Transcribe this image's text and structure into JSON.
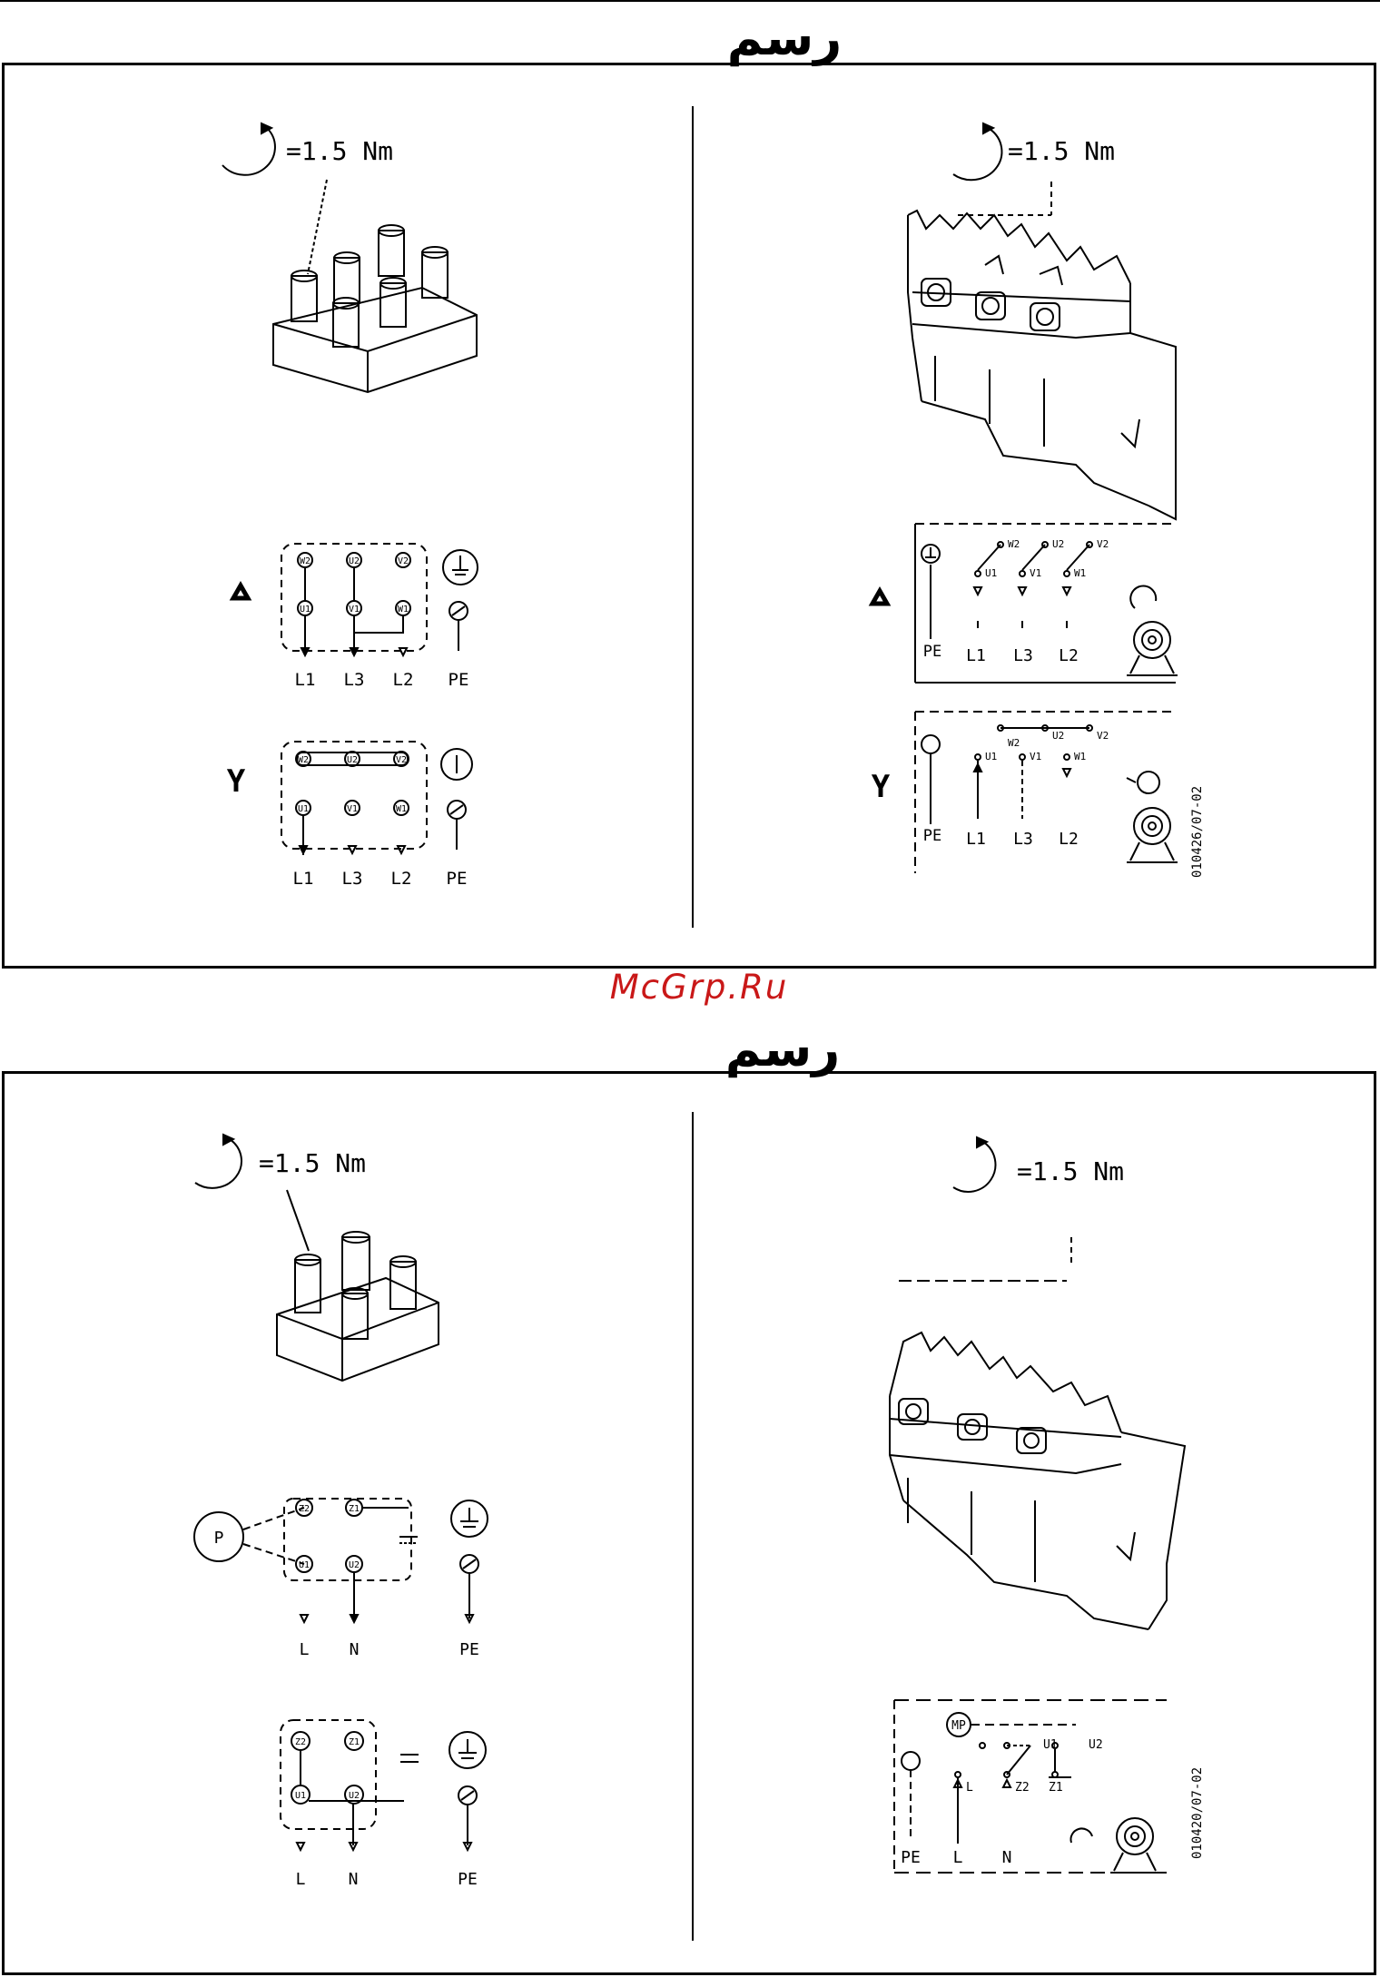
{
  "heading": "رسم",
  "watermark": "McGrp.Ru",
  "torque": "=1.5 Nm",
  "delta_symbol": "Δ",
  "star_symbol": "Y",
  "three_phase": {
    "delta_top": [
      "W2",
      "U2",
      "V2"
    ],
    "delta_bottom": [
      "U1",
      "V1",
      "W1"
    ],
    "star_top": [
      "W2",
      "U2",
      "V2"
    ],
    "star_bottom": [
      "U1",
      "V1",
      "W1"
    ],
    "supply": [
      "L1",
      "L3",
      "L2",
      "PE"
    ],
    "right_top": [
      "W2",
      "U2",
      "V2"
    ],
    "right_bottom": [
      "U1",
      "V1",
      "W1"
    ],
    "right_supply_pe": "PE",
    "right_supply": [
      "L1",
      "L3",
      "L2"
    ],
    "code": "010426/07-02"
  },
  "single_phase": {
    "capacitor": "P",
    "top": [
      "Z2",
      "Z1"
    ],
    "bottom": [
      "U1",
      "U2"
    ],
    "supply": [
      "L",
      "N",
      "PE"
    ],
    "protector": "MP",
    "right_terms": [
      "U1",
      "U2",
      "L",
      "Z2",
      "Z1"
    ],
    "right_supply": [
      "PE",
      "L",
      "N"
    ],
    "code": "010420/07-02"
  }
}
